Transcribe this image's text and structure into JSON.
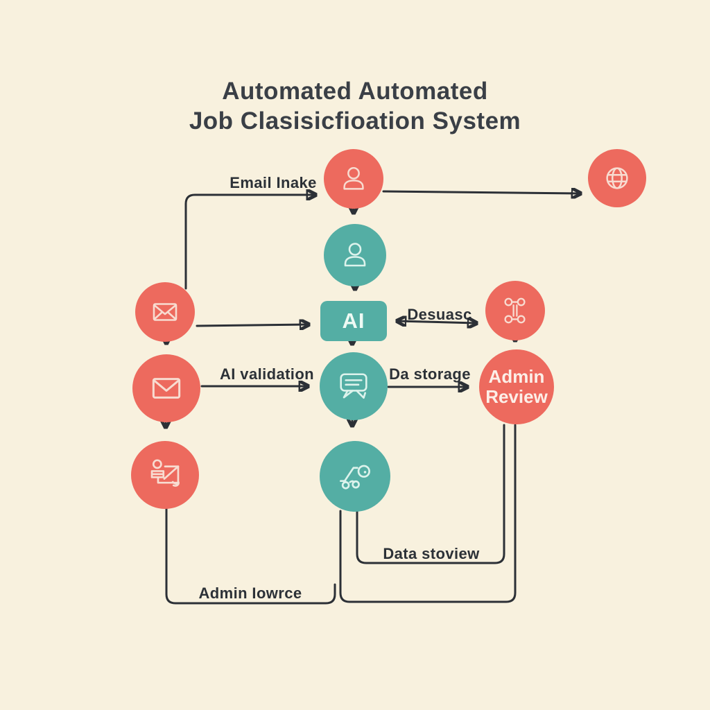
{
  "title": {
    "line1": "Automated Automated",
    "line2": "Job Clasisicfioation System"
  },
  "colors": {
    "background": "#f8f1de",
    "coral_node": "#ed6a5e",
    "teal_node": "#54aea4",
    "line": "#2c3036",
    "title_text": "#3a3f46",
    "icon_on_coral": "#f8dcd1",
    "icon_on_teal": "#ddf3ec",
    "node_text": "#fcefe8"
  },
  "node_labels": {
    "ai": "AI",
    "admin_review": "Admin Review"
  },
  "edge_labels": {
    "email_intake": "Email Inake",
    "desuasc": "Desuasc",
    "ai_validation": "AI validation",
    "da_storage": "Da storage",
    "data_stoview": "Data stoview",
    "admin_iowrce": "Admin Iowrce"
  },
  "icons": {
    "top_center": "user-icon",
    "center_upper": "user-icon",
    "top_right": "globe-icon",
    "left_1": "envelope-icon",
    "left_2": "envelope-icon",
    "left_3": "person-envelope-icon",
    "right_1": "network-nodes-icon",
    "center_mid": "chat-bubble-icon",
    "center_lower": "scooter-search-icon"
  }
}
